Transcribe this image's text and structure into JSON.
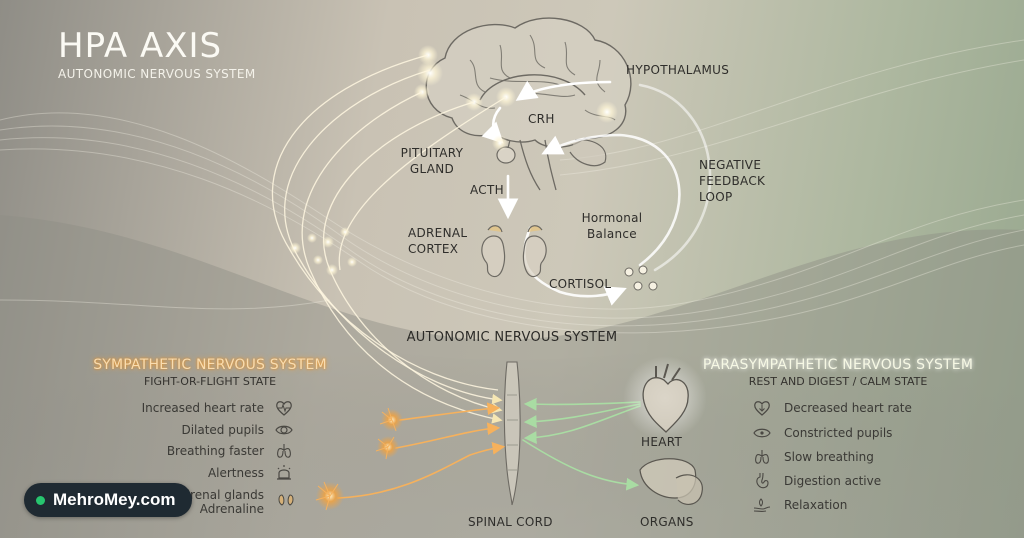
{
  "header": {
    "title": "HPA AXIS",
    "subtitle": "AUTONOMIC NERVOUS SYSTEM"
  },
  "hpa": {
    "hypothalamus": "HYPOTHALAMUS",
    "crh": "CRH",
    "pituitary": "PITUITARY\nGLAND",
    "acth": "ACTH",
    "adrenal_cortex": "ADRENAL\nCORTEX",
    "hormonal_balance": "Hormonal\nBalance",
    "cortisol": "CORTISOL",
    "negative_feedback": "NEGATIVE\nFEEDBACK\nLOOP"
  },
  "ans_label": "AUTONOMIC NERVOUS SYSTEM",
  "sympathetic": {
    "title": "SYMPATHETIC NERVOUS SYSTEM",
    "state": "FIGHT-OR-FLIGHT STATE",
    "items": [
      "Increased heart rate",
      "Dilated pupils",
      "Breathing faster",
      "Alertness",
      "Adrenal glands",
      "Adrenaline"
    ],
    "item_icons": [
      "heart-pulse-icon",
      "eye-icon",
      "lungs-icon",
      "alarm-icon",
      "adrenal-gland-icon"
    ]
  },
  "parasympathetic": {
    "title": "PARASYMPATHETIC NERVOUS SYSTEM",
    "state": "REST AND DIGEST / CALM STATE",
    "items": [
      "Decreased heart rate",
      "Constricted pupils",
      "Slow breathing",
      "Digestion active",
      "Relaxation"
    ],
    "item_icons": [
      "heart-down-icon",
      "eye-icon",
      "lungs-icon",
      "stomach-icon",
      "relax-hand-icon"
    ]
  },
  "organs": {
    "heart": "HEART",
    "organs": "ORGANS",
    "spinal_cord": "SPINAL CORD"
  },
  "brand": {
    "name": "MehroMey.com"
  },
  "colors": {
    "sympathetic_glow": "#f3a23d",
    "parasympathetic_glow": "#f6f8e4",
    "brand_bg": "#1f2a32",
    "brand_dot": "#27c56f",
    "arrow_green": "#9fd39a"
  }
}
